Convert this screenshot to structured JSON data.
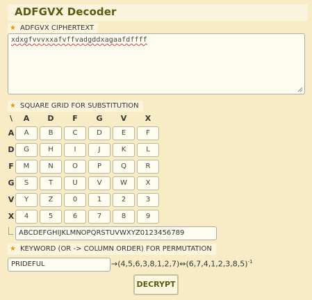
{
  "app": {
    "title": "ADFGVX Decoder"
  },
  "ciphertext": {
    "label": "ADFGVX CIPHERTEXT",
    "value": "xdxgfvvvxxafvffvadgddxagaafdffff"
  },
  "grid": {
    "label": "SQUARE GRID FOR SUBSTITUTION",
    "corner": "\\",
    "col_headers": [
      "A",
      "D",
      "F",
      "G",
      "V",
      "X"
    ],
    "row_headers": [
      "A",
      "D",
      "F",
      "G",
      "V",
      "X"
    ],
    "cells": [
      [
        "A",
        "B",
        "C",
        "D",
        "E",
        "F"
      ],
      [
        "G",
        "H",
        "I",
        "J",
        "K",
        "L"
      ],
      [
        "M",
        "N",
        "O",
        "P",
        "Q",
        "R"
      ],
      [
        "S",
        "T",
        "U",
        "V",
        "W",
        "X"
      ],
      [
        "Y",
        "Z",
        "0",
        "1",
        "2",
        "3"
      ],
      [
        "4",
        "5",
        "6",
        "7",
        "8",
        "9"
      ]
    ],
    "alphabet": "ABCDEFGHIJKLMNOPQRSTUVWXYZ0123456789"
  },
  "keyword": {
    "label": "KEYWORD (OR -> COLUMN ORDER) FOR PERMUTATION",
    "value": "PRIDEFUL",
    "permutation_text": "→(4,5,6,3,8,1,2,7)⇔(6,7,4,1,2,3,8,5)",
    "superscript": "-1"
  },
  "actions": {
    "decrypt_label": "DECRYPT"
  },
  "colors": {
    "background": "#f7ecc6",
    "panel": "#fbf5dd",
    "title": "#5a5a12",
    "star": "#e39b12",
    "input_bg": "#fffcf0"
  }
}
